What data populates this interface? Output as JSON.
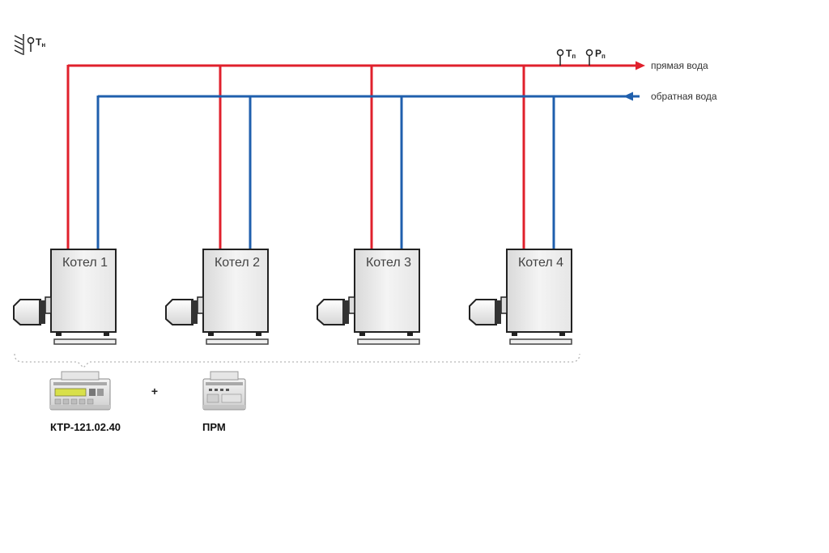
{
  "sensors": {
    "outdoor": {
      "label": "Т",
      "sub": "н"
    },
    "supply_temp": {
      "label": "Т",
      "sub": "п"
    },
    "supply_pressure": {
      "label": "Р",
      "sub": "п"
    }
  },
  "lines": {
    "supply_label": "прямая вода",
    "return_label": "обратная вода",
    "supply_color": "#e0202c",
    "return_color": "#1f5fad"
  },
  "boilers": [
    {
      "label": "Котел 1"
    },
    {
      "label": "Котел 2"
    },
    {
      "label": "Котел 3"
    },
    {
      "label": "Котел 4"
    }
  ],
  "controllers": {
    "main_label": "КТР-121.02.40",
    "plus": "+",
    "module_label": "ПРМ"
  }
}
